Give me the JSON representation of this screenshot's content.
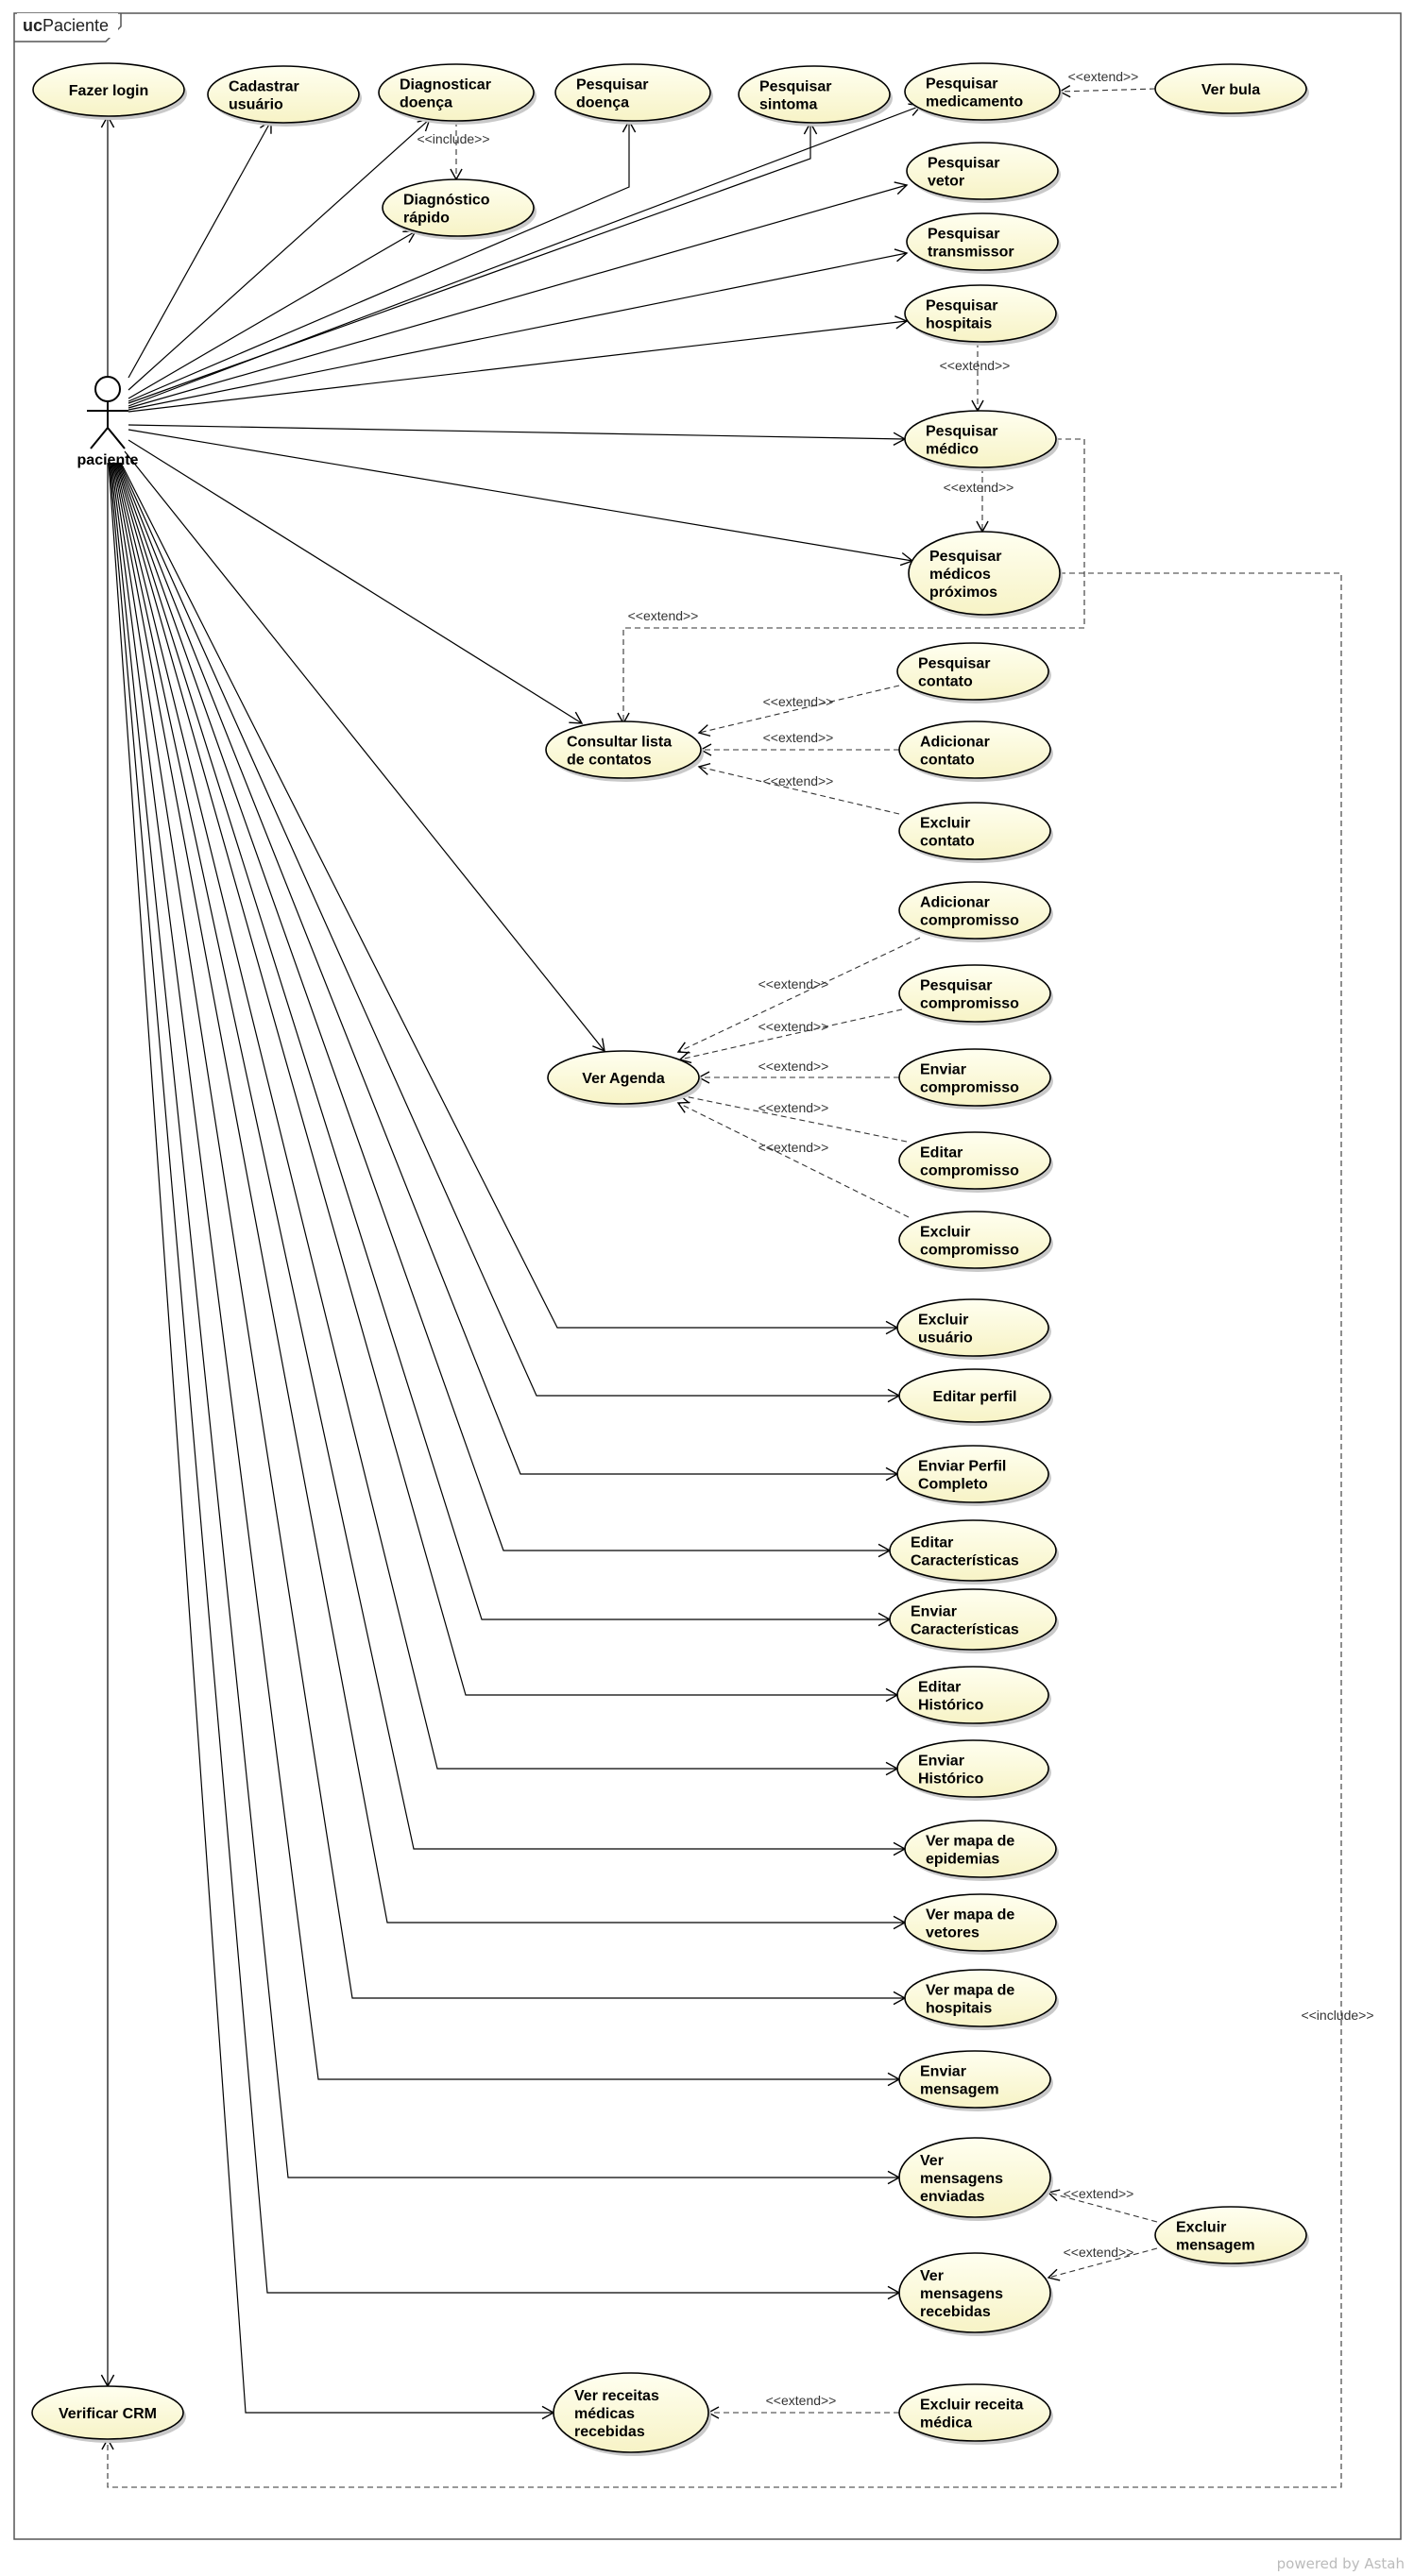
{
  "diagram": {
    "kind": "uc",
    "name": "Paciente",
    "actor": "paciente",
    "stereotypes": {
      "extend": "<<extend>>",
      "include": "<<include>>"
    },
    "usecases": [
      {
        "id": "fazer-login",
        "lines": [
          "Fazer login"
        ]
      },
      {
        "id": "cadastrar-usuario",
        "lines": [
          "Cadastrar",
          "usuário"
        ]
      },
      {
        "id": "diagnosticar-doenca",
        "lines": [
          "Diagnosticar",
          "doença"
        ]
      },
      {
        "id": "diagnostico-rapido",
        "lines": [
          "Diagnóstico",
          "rápido"
        ]
      },
      {
        "id": "pesquisar-doenca",
        "lines": [
          "Pesquisar",
          "doença"
        ]
      },
      {
        "id": "pesquisar-sintoma",
        "lines": [
          "Pesquisar",
          "sintoma"
        ]
      },
      {
        "id": "pesquisar-medicamento",
        "lines": [
          "Pesquisar",
          "medicamento"
        ]
      },
      {
        "id": "ver-bula",
        "lines": [
          "Ver bula"
        ]
      },
      {
        "id": "pesquisar-vetor",
        "lines": [
          "Pesquisar",
          "vetor"
        ]
      },
      {
        "id": "pesquisar-transmissor",
        "lines": [
          "Pesquisar",
          "transmissor"
        ]
      },
      {
        "id": "pesquisar-hospitais",
        "lines": [
          "Pesquisar",
          "hospitais"
        ]
      },
      {
        "id": "pesquisar-medico",
        "lines": [
          "Pesquisar",
          "médico"
        ]
      },
      {
        "id": "pesquisar-medicos-proximos",
        "lines": [
          "Pesquisar",
          "médicos",
          "próximos"
        ]
      },
      {
        "id": "consultar-lista-contatos",
        "lines": [
          "Consultar lista",
          "de contatos"
        ]
      },
      {
        "id": "pesquisar-contato",
        "lines": [
          "Pesquisar",
          "contato"
        ]
      },
      {
        "id": "adicionar-contato",
        "lines": [
          "Adicionar",
          "contato"
        ]
      },
      {
        "id": "excluir-contato",
        "lines": [
          "Excluir",
          "contato"
        ]
      },
      {
        "id": "ver-agenda",
        "lines": [
          "Ver Agenda"
        ]
      },
      {
        "id": "adicionar-compromisso",
        "lines": [
          "Adicionar",
          "compromisso"
        ]
      },
      {
        "id": "pesquisar-compromisso",
        "lines": [
          "Pesquisar",
          "compromisso"
        ]
      },
      {
        "id": "enviar-compromisso",
        "lines": [
          "Enviar",
          "compromisso"
        ]
      },
      {
        "id": "editar-compromisso",
        "lines": [
          "Editar",
          "compromisso"
        ]
      },
      {
        "id": "excluir-compromisso",
        "lines": [
          "Excluir",
          "compromisso"
        ]
      },
      {
        "id": "excluir-usuario",
        "lines": [
          "Excluir",
          "usuário"
        ]
      },
      {
        "id": "editar-perfil",
        "lines": [
          "Editar perfil"
        ]
      },
      {
        "id": "enviar-perfil-completo",
        "lines": [
          "Enviar Perfil",
          "Completo"
        ]
      },
      {
        "id": "editar-caracteristicas",
        "lines": [
          "Editar",
          "Características"
        ]
      },
      {
        "id": "enviar-caracteristicas",
        "lines": [
          "Enviar",
          "Características"
        ]
      },
      {
        "id": "editar-historico",
        "lines": [
          "Editar",
          "Histórico"
        ]
      },
      {
        "id": "enviar-historico",
        "lines": [
          "Enviar",
          "Histórico"
        ]
      },
      {
        "id": "ver-mapa-epidemias",
        "lines": [
          "Ver mapa de",
          "epidemias"
        ]
      },
      {
        "id": "ver-mapa-vetores",
        "lines": [
          "Ver mapa de",
          "vetores"
        ]
      },
      {
        "id": "ver-mapa-hospitais",
        "lines": [
          "Ver mapa de",
          "hospitais"
        ]
      },
      {
        "id": "enviar-mensagem",
        "lines": [
          "Enviar",
          "mensagem"
        ]
      },
      {
        "id": "ver-mensagens-enviadas",
        "lines": [
          "Ver",
          "mensagens",
          "enviadas"
        ]
      },
      {
        "id": "excluir-mensagem",
        "lines": [
          "Excluir",
          "mensagem"
        ]
      },
      {
        "id": "ver-mensagens-recebidas",
        "lines": [
          "Ver",
          "mensagens",
          "recebidas"
        ]
      },
      {
        "id": "verificar-crm",
        "lines": [
          "Verificar CRM"
        ]
      },
      {
        "id": "ver-receitas",
        "lines": [
          "Ver receitas",
          "médicas",
          "recebidas"
        ]
      },
      {
        "id": "excluir-receita",
        "lines": [
          "Excluir receita",
          "médica"
        ]
      }
    ],
    "associations": [
      "fazer-login",
      "cadastrar-usuario",
      "diagnosticar-doenca",
      "diagnostico-rapido",
      "pesquisar-doenca",
      "pesquisar-sintoma",
      "pesquisar-medicamento",
      "pesquisar-vetor",
      "pesquisar-transmissor",
      "pesquisar-hospitais",
      "pesquisar-medico",
      "pesquisar-medicos-proximos",
      "consultar-lista-contatos",
      "ver-agenda",
      "excluir-usuario",
      "editar-perfil",
      "enviar-perfil-completo",
      "editar-caracteristicas",
      "enviar-caracteristicas",
      "editar-historico",
      "enviar-historico",
      "ver-mapa-epidemias",
      "ver-mapa-vetores",
      "ver-mapa-hospitais",
      "enviar-mensagem",
      "ver-mensagens-enviadas",
      "ver-mensagens-recebidas",
      "ver-receitas",
      "verificar-crm"
    ],
    "relations": [
      {
        "type": "include",
        "from": "diagnosticar-doenca",
        "to": "diagnostico-rapido"
      },
      {
        "type": "extend",
        "from": "ver-bula",
        "to": "pesquisar-medicamento"
      },
      {
        "type": "extend",
        "from": "pesquisar-hospitais",
        "to": "pesquisar-medico"
      },
      {
        "type": "extend",
        "from": "pesquisar-medico",
        "to": "pesquisar-medicos-proximos"
      },
      {
        "type": "extend",
        "from": "pesquisar-medico",
        "to": "consultar-lista-contatos"
      },
      {
        "type": "extend",
        "from": "pesquisar-contato",
        "to": "consultar-lista-contatos"
      },
      {
        "type": "extend",
        "from": "adicionar-contato",
        "to": "consultar-lista-contatos"
      },
      {
        "type": "extend",
        "from": "excluir-contato",
        "to": "consultar-lista-contatos"
      },
      {
        "type": "extend",
        "from": "adicionar-compromisso",
        "to": "ver-agenda"
      },
      {
        "type": "extend",
        "from": "pesquisar-compromisso",
        "to": "ver-agenda"
      },
      {
        "type": "extend",
        "from": "enviar-compromisso",
        "to": "ver-agenda"
      },
      {
        "type": "extend",
        "from": "editar-compromisso",
        "to": "ver-agenda"
      },
      {
        "type": "extend",
        "from": "excluir-compromisso",
        "to": "ver-agenda"
      },
      {
        "type": "extend",
        "from": "excluir-mensagem",
        "to": "ver-mensagens-enviadas"
      },
      {
        "type": "extend",
        "from": "excluir-mensagem",
        "to": "ver-mensagens-recebidas"
      },
      {
        "type": "extend",
        "from": "excluir-receita",
        "to": "ver-receitas"
      },
      {
        "type": "include",
        "from": "pesquisar-medicos-proximos",
        "to": "verificar-crm"
      }
    ]
  },
  "footer": {
    "powered": "powered by Astah"
  }
}
